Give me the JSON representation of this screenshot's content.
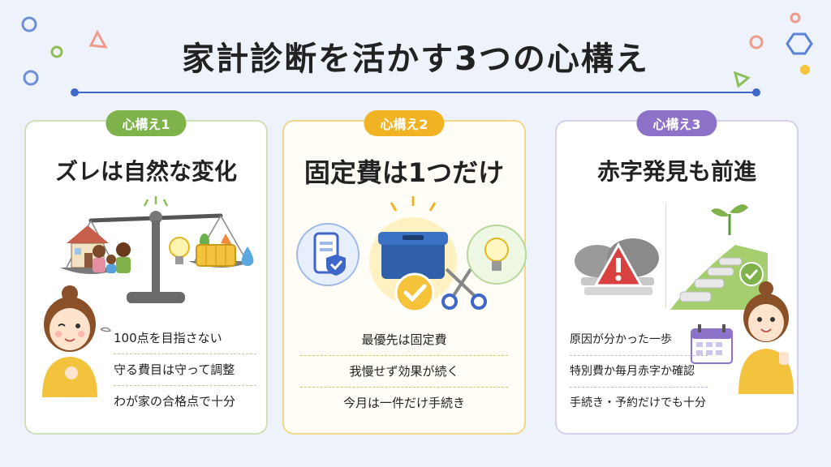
{
  "title": "家計診断を活かす3つの心構え",
  "cards": [
    {
      "badge": "心構え1",
      "heading": "ズレは自然な変化",
      "points": [
        "100点を目指さない",
        "守る費目は守って調整",
        "わが家の合格点で十分"
      ],
      "accent": "#7fb24a"
    },
    {
      "badge": "心構え2",
      "heading": "固定費は1つだけ",
      "points": [
        "最優先は固定費",
        "我慢せず効果が続く",
        "今月は一件だけ手続き"
      ],
      "accent": "#f0b323"
    },
    {
      "badge": "心構え3",
      "heading": "赤字発見も前進",
      "points": [
        "原因が分かった一歩",
        "特別費か毎月赤字か確認",
        "手続き・予約だけでも十分"
      ],
      "accent": "#8d72c9"
    }
  ],
  "icons": {
    "card1": [
      "balance-scale-icon",
      "house-icon",
      "family-icon",
      "lightbulb-icon",
      "grocery-basket-icon",
      "water-drop-icon",
      "winking-woman-icon"
    ],
    "card2": [
      "smartphone-shield-icon",
      "cash-box-icon",
      "checkmark-icon",
      "scissors-icon",
      "lightbulb-icon"
    ],
    "card3": [
      "warning-sign-icon",
      "stepping-stones-icon",
      "sprout-icon",
      "calendar-icon",
      "thumbs-up-woman-icon"
    ]
  },
  "colors": {
    "background": "#eef3fb",
    "rule": "#3f66c9"
  }
}
